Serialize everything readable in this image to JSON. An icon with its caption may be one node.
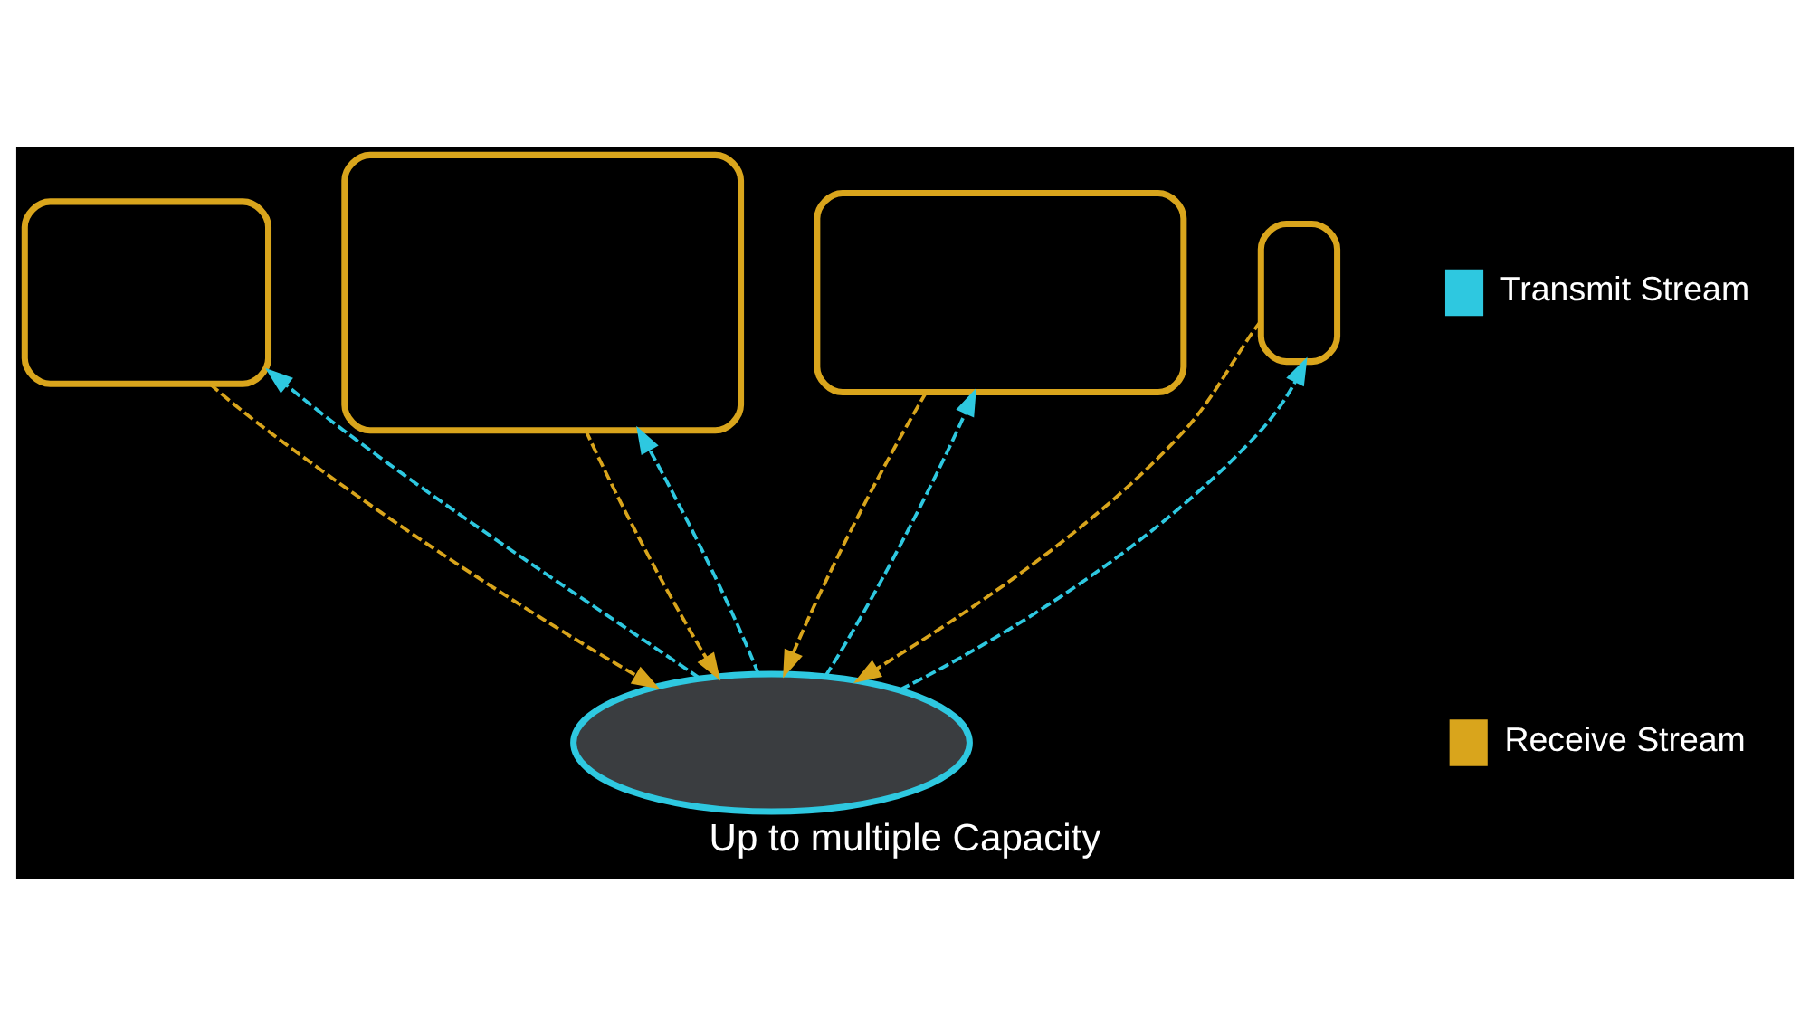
{
  "diagram": {
    "caption": "Up to multiple Capacity",
    "nodes": [
      {
        "text": [],
        "shape": "box"
      },
      {
        "text": [],
        "shape": "box"
      },
      {
        "text": [],
        "shape": "box"
      },
      {
        "text": [],
        "shape": "box"
      },
      {
        "text": [],
        "shape": "circle"
      }
    ],
    "edges": [
      {
        "from": 4,
        "to": 0,
        "arrow": "to",
        "style": "dashed",
        "color": "#2ec8e0"
      },
      {
        "from": 0,
        "to": 4,
        "arrow": "to",
        "style": "dashed",
        "color": "#d9a51c"
      },
      {
        "from": 4,
        "to": 1,
        "arrow": "to",
        "style": "dashed",
        "color": "#2ec8e0"
      },
      {
        "from": 1,
        "to": 4,
        "arrow": "to",
        "style": "dashed",
        "color": "#d9a51c"
      },
      {
        "from": 4,
        "to": 2,
        "arrow": "to",
        "style": "dashed",
        "color": "#2ec8e0"
      },
      {
        "from": 2,
        "to": 4,
        "arrow": "to",
        "style": "dashed",
        "color": "#d9a51c"
      },
      {
        "from": 4,
        "to": 3,
        "arrow": "to",
        "style": "dashed",
        "color": "#2ec8e0"
      },
      {
        "from": 3,
        "to": 4,
        "arrow": "to",
        "style": "dashed",
        "color": "#d9a51c"
      }
    ],
    "legend": [
      {
        "text": "Transmit Stream",
        "color": "#2ec8e0"
      },
      {
        "text": "Receive Stream",
        "color": "#d9a51c"
      }
    ]
  }
}
